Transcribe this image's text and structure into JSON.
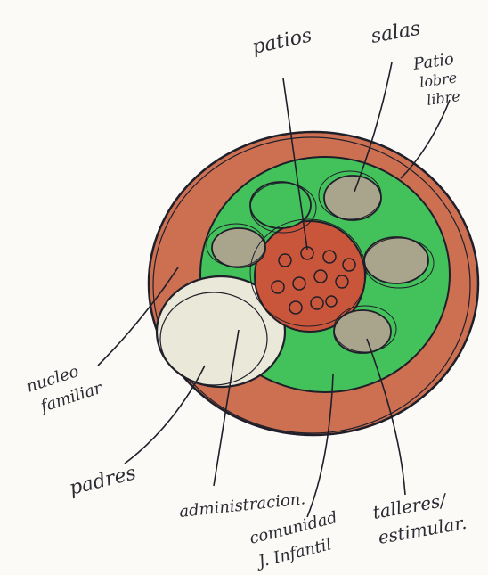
{
  "labels": {
    "patios": "patios",
    "salas": "salas",
    "patio_line1": "Patio",
    "patio_line2": "lobre",
    "patio_line3": "libre",
    "nucleo_line1": "nucleo",
    "nucleo_line2": "familiar",
    "padres": "padres",
    "administracion": "administracion.",
    "comunidad_line1": "comunidad",
    "comunidad_line2": "J. Infantil",
    "talleres_line1": "talleres/",
    "talleres_line2": "estimular."
  },
  "colors": {
    "paper": "#fbfaf6",
    "outer_ring": "#c8603f",
    "green_field": "#43c15a",
    "center_core": "#c9553a",
    "room_fill": "#a9a58c",
    "pencil_fill": "#e9e8d9",
    "ink": "#1f1f2a"
  }
}
